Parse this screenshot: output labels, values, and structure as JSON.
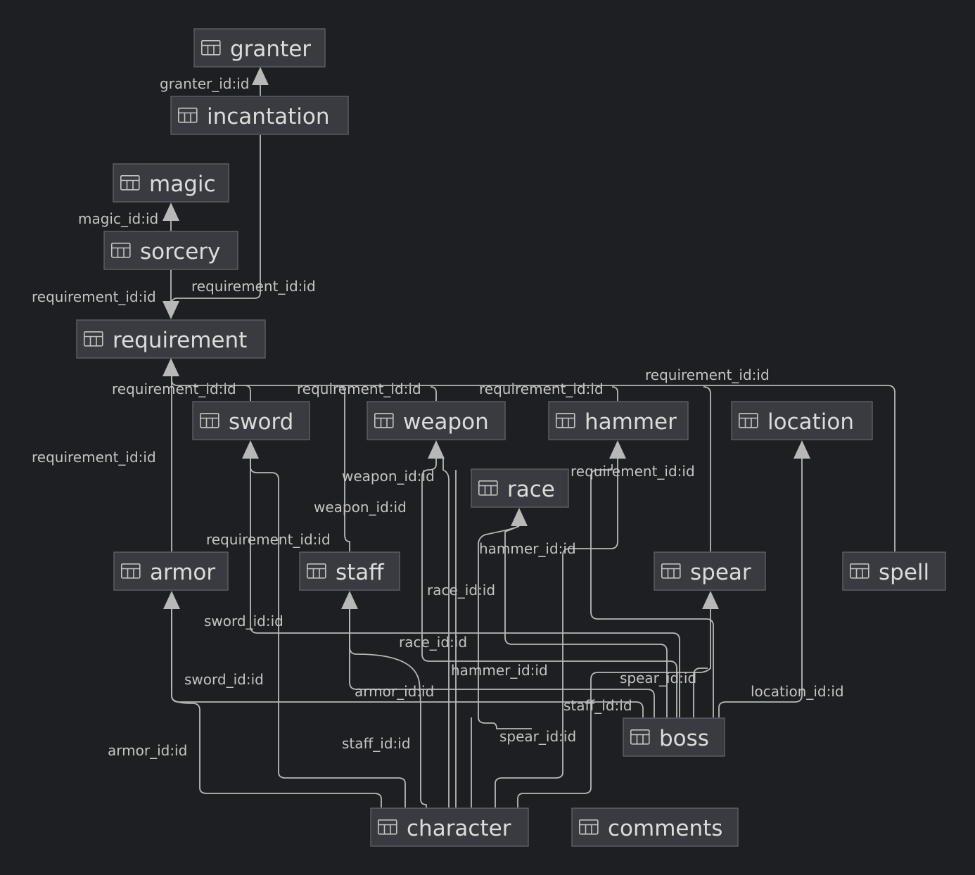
{
  "tables": [
    {
      "id": "granter",
      "label": "granter"
    },
    {
      "id": "incantation",
      "label": "incantation"
    },
    {
      "id": "magic",
      "label": "magic"
    },
    {
      "id": "sorcery",
      "label": "sorcery"
    },
    {
      "id": "requirement",
      "label": "requirement"
    },
    {
      "id": "sword",
      "label": "sword"
    },
    {
      "id": "weapon",
      "label": "weapon"
    },
    {
      "id": "hammer",
      "label": "hammer"
    },
    {
      "id": "location",
      "label": "location"
    },
    {
      "id": "race",
      "label": "race"
    },
    {
      "id": "armor",
      "label": "armor"
    },
    {
      "id": "staff",
      "label": "staff"
    },
    {
      "id": "spear",
      "label": "spear"
    },
    {
      "id": "spell",
      "label": "spell"
    },
    {
      "id": "boss",
      "label": "boss"
    },
    {
      "id": "character",
      "label": "character"
    },
    {
      "id": "comments",
      "label": "comments"
    }
  ],
  "table_icon": "table-grid-icon",
  "relations": [
    {
      "id": "incantation-granter",
      "label": "granter_id:id"
    },
    {
      "id": "sorcery-magic",
      "label": "magic_id:id"
    },
    {
      "id": "sorcery-requirement",
      "label": "requirement_id:id"
    },
    {
      "id": "incantation-requirement",
      "label": "requirement_id:id"
    },
    {
      "id": "sword-requirement",
      "label": "requirement_id:id"
    },
    {
      "id": "weapon-requirement",
      "label": "requirement_id:id"
    },
    {
      "id": "hammer-requirement",
      "label": "requirement_id:id"
    },
    {
      "id": "spell-requirement",
      "label": "requirement_id:id"
    },
    {
      "id": "armor-requirement",
      "label": "requirement_id:id"
    },
    {
      "id": "staff-requirement",
      "label": "requirement_id:id"
    },
    {
      "id": "spear-requirement",
      "label": "requirement_id:id"
    },
    {
      "id": "staff-weapon",
      "label": "weapon_id:id"
    },
    {
      "id": "character-weapon",
      "label": "weapon_id:id"
    },
    {
      "id": "boss-race",
      "label": "race_id:id"
    },
    {
      "id": "character-race",
      "label": "race_id:id"
    },
    {
      "id": "boss-hammer",
      "label": "hammer_id:id"
    },
    {
      "id": "character-hammer",
      "label": "hammer_id:id"
    },
    {
      "id": "boss-sword",
      "label": "sword_id:id"
    },
    {
      "id": "character-sword",
      "label": "sword_id:id"
    },
    {
      "id": "boss-spear",
      "label": "spear_id:id"
    },
    {
      "id": "character-spear",
      "label": "spear_id:id"
    },
    {
      "id": "boss-armor",
      "label": "armor_id:id"
    },
    {
      "id": "character-armor",
      "label": "armor_id:id"
    },
    {
      "id": "boss-staff",
      "label": "staff_id:id"
    },
    {
      "id": "character-staff",
      "label": "staff_id:id"
    },
    {
      "id": "boss-location",
      "label": "location_id:id"
    }
  ],
  "colors": {
    "background": "#1e1f22",
    "box": "#393b40",
    "line": "#b8b8b8",
    "text": "#dcdcdc"
  }
}
